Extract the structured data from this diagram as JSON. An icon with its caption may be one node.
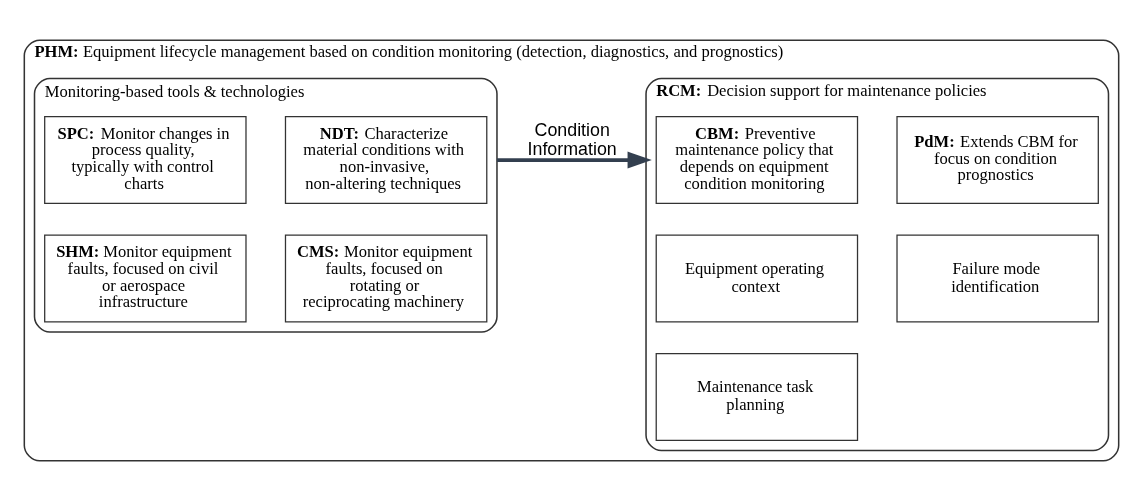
{
  "diagram": {
    "nodes": [
      {
        "text": [
          "**PHM:** Equipment lifecycle management based on condition monitoring (detection, diagnostics, and prognostics)"
        ]
      },
      {
        "text": [
          "Monitoring-based tools & technologies"
        ],
        "in": 0
      },
      {
        "text": [
          "**SPC:** Monitor changes in process quality, typically with control charts"
        ],
        "in": 1
      },
      {
        "text": [
          "**NDT:** Characterize material conditions with non-invasive, non-altering techniques"
        ],
        "in": 1
      },
      {
        "text": [
          "**SHM:** Monitor equipment faults, focused on civil or aerospace infrastructure"
        ],
        "in": 1
      },
      {
        "text": [
          "**CMS:** Monitor equipment faults, focused on rotating or reciprocating machinery"
        ],
        "in": 1
      },
      {
        "text": [
          "**RCM:** Decision support for maintenance policies"
        ],
        "in": 0
      },
      {
        "text": [
          "**CBM:** Preventive maintenance policy that depends on equipment condition monitoring"
        ],
        "in": 6
      },
      {
        "text": [
          "**PdM:** Extends CBM for focus on condition prognostics"
        ],
        "in": 6
      },
      {
        "text": [
          "Equipment operating context"
        ],
        "in": 6
      },
      {
        "text": [
          "Failure mode identification"
        ],
        "in": 6
      },
      {
        "text": [
          "Maintenance task planning"
        ],
        "in": 6
      }
    ],
    "edges": [
      {
        "from": 1,
        "to": 6,
        "arrow": "to",
        "label": "Condition Information"
      }
    ]
  }
}
